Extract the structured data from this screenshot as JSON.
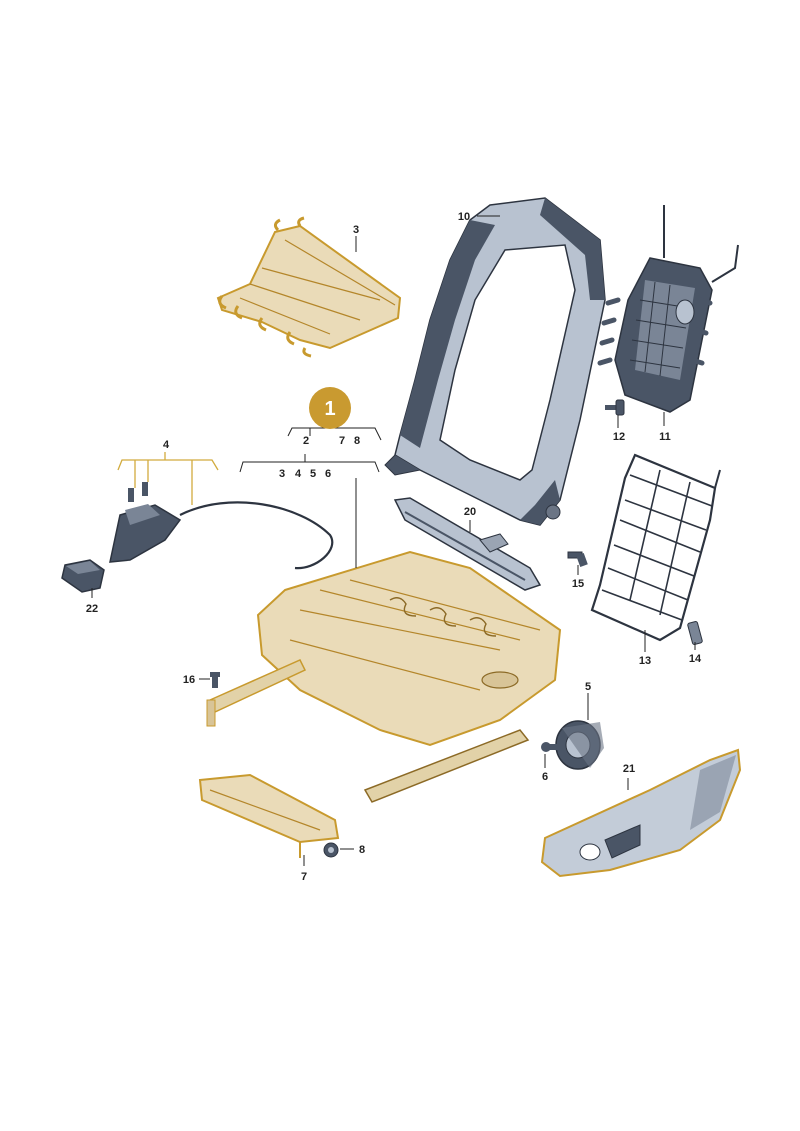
{
  "colors": {
    "highlight": "#c89a2e",
    "highlight_fill": "#eadbb8",
    "badge": "#c99a30",
    "part_grey": "#b8c2d0",
    "part_dark": "#4a5566",
    "outline": "#2d3440"
  },
  "diagram": {
    "main_badge": "1",
    "group_labels": {
      "g2": "2",
      "g7": "7",
      "g8": "8",
      "s3": "3",
      "s4": "4",
      "s5": "5",
      "s6": "6"
    },
    "callouts": {
      "c3": "3",
      "c4": "4",
      "c5": "5",
      "c6": "6",
      "c7": "7",
      "c8": "8",
      "c10": "10",
      "c11": "11",
      "c12": "12",
      "c13": "13",
      "c14": "14",
      "c15": "15",
      "c16": "16",
      "c20": "20",
      "c21": "21",
      "c22": "22"
    }
  }
}
